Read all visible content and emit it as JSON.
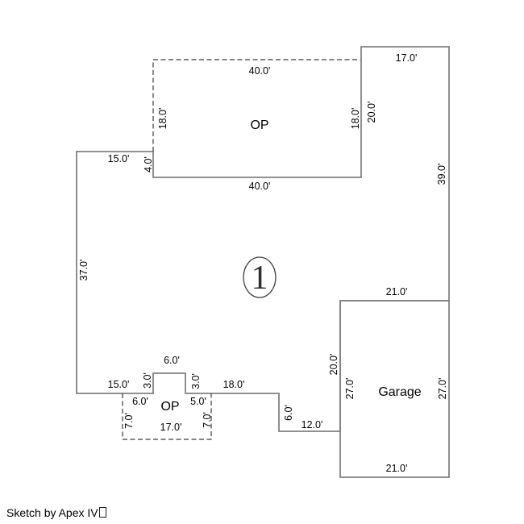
{
  "colors": {
    "background": "#ffffff",
    "wall": "#818181",
    "porch_dash": "#3a3a3a",
    "label": "#000000",
    "marker_outline": "#3f3f3f"
  },
  "rooms": {
    "top_porch_label": "OP",
    "bottom_porch_label": "OP",
    "garage_label": "Garage"
  },
  "story_marker": "1",
  "dimensions": {
    "top_porch_width_top": "40.0'",
    "top_porch_width_bottom": "40.0'",
    "top_porch_height_left": "18.0'",
    "top_porch_height_right": "18.0'",
    "upper_right_width": "17.0'",
    "upper_right_height": "20.0'",
    "east_wall": "39.0'",
    "upper_left_width": "15.0'",
    "upper_left_jog": "4.0'",
    "west_wall": "37.0'",
    "south_left_width": "15.0'",
    "stoop_width": "6.0'",
    "stoop_depth_left": "3.0'",
    "stoop_depth_right": "3.0'",
    "south_right_width": "18.0'",
    "bottom_porch_inset_left": "6.0'",
    "bottom_porch_inset_right": "5.0'",
    "bottom_porch_depth_left": "7.0'",
    "bottom_porch_depth_right": "7.0'",
    "bottom_porch_width": "17.0'",
    "step_height": "6.0'",
    "step_width": "12.0'",
    "garage_width_top": "21.0'",
    "garage_width_bottom": "21.0'",
    "garage_depth_left": "27.0'",
    "garage_depth_right": "27.0'",
    "garage_shared_wall": "20.0'"
  },
  "footer": {
    "credit": "Sketch by Apex IV",
    "missing_glyph": "□"
  }
}
